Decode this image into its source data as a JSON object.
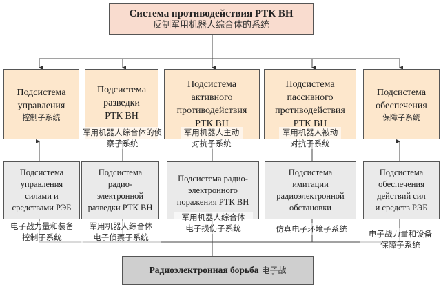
{
  "root": {
    "ru": "Система противодействия РТК ВН",
    "cn": "反制军用机器人综合体的系统"
  },
  "subsystems": [
    {
      "ru": [
        "Подсистема",
        "управления"
      ],
      "cn": "控制子系统"
    },
    {
      "ru": [
        "Подсистема",
        "разведки",
        "РТК ВН"
      ],
      "cn": "军用机器人综合体的侦察子系统"
    },
    {
      "ru": [
        "Подсистема",
        "активного",
        "противодействия",
        "РТК ВН"
      ],
      "cn": "军用机器人主动对抗子系统"
    },
    {
      "ru": [
        "Подсистема",
        "пассивного",
        "противодействия",
        "РТК ВН"
      ],
      "cn": "军用机器人被动对抗子系统"
    },
    {
      "ru": [
        "Подсистема",
        "обеспечения"
      ],
      "cn": "保障子系统"
    }
  ],
  "ew_subsystems": [
    {
      "ru": [
        "Подсистема",
        "управления",
        "силами и",
        "средствами РЭБ"
      ],
      "cn": [
        "电子战力量和装备",
        "控制子系统"
      ]
    },
    {
      "ru": [
        "Подсистема",
        "радио-",
        "электронной",
        "разведки РТК ВН"
      ],
      "cn": [
        "军用机器人综合体",
        "电子侦察子系统"
      ]
    },
    {
      "ru": [
        "Подсистема радио-",
        "электронного",
        "поражения РТК ВН"
      ],
      "cn": [
        "军用机器人综合体",
        "电子损伤子系统"
      ]
    },
    {
      "ru": [
        "Подсистема",
        "имитации",
        "радиоэлектронной",
        "обстановки"
      ],
      "cn": [
        "仿真电子环境子系统"
      ]
    },
    {
      "ru": [
        "Подсистема",
        "обеспечения",
        "действий сил",
        "и средств РЭБ"
      ],
      "cn": [
        "电子战力量和设备",
        "保障子系统"
      ]
    }
  ],
  "bottom": {
    "ru": "Радиоэлектронная борьба",
    "cn": "电子战"
  }
}
